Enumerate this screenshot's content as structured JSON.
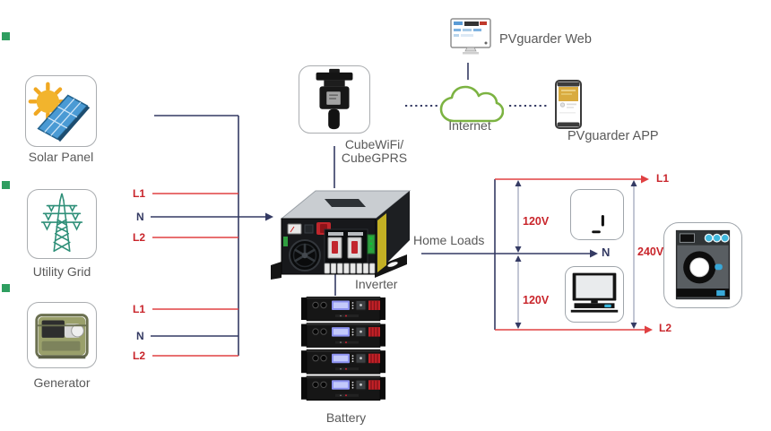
{
  "colors": {
    "line_navy": "#343a63",
    "line_red": "#e04042",
    "text_red": "#c9252b",
    "label_gray": "#595959",
    "cloud_green": "#7cb342",
    "measure_gray": "#a9aec2",
    "marker_green": "#2e9e60"
  },
  "sources": [
    {
      "label": "Solar Panel",
      "icon": "solar-panel-icon"
    },
    {
      "label": "Utility Grid",
      "icon": "utility-grid-icon"
    },
    {
      "label": "Generator",
      "icon": "generator-icon"
    }
  ],
  "monitoring": {
    "cube": {
      "label_line1": "CubeWiFi/",
      "label_line2": "CubeGPRS",
      "icon": "cube-wifi-icon"
    },
    "web": {
      "label": "PVguarder Web",
      "icon": "monitor-icon"
    },
    "internet": {
      "label": "Internet",
      "icon": "cloud-icon"
    },
    "app": {
      "label": "PVguarder APP",
      "icon": "smartphone-icon"
    }
  },
  "power": {
    "inverter": {
      "label": "Inverter"
    },
    "battery": {
      "label": "Battery"
    }
  },
  "wiring": {
    "utility_bundle": {
      "l1": "L1",
      "n": "N",
      "l2": "L2"
    },
    "generator_bundle": {
      "l1": "L1",
      "n": "N",
      "l2": "L2"
    }
  },
  "loads": {
    "title": "Home Loads",
    "neutral": "N",
    "phase_top": "L1",
    "phase_bottom": "L2",
    "voltage_top": "120V",
    "voltage_bottom": "120V",
    "voltage_total": "240V",
    "devices": [
      "outlet-icon",
      "tv-icon",
      "washing-machine-icon"
    ]
  }
}
